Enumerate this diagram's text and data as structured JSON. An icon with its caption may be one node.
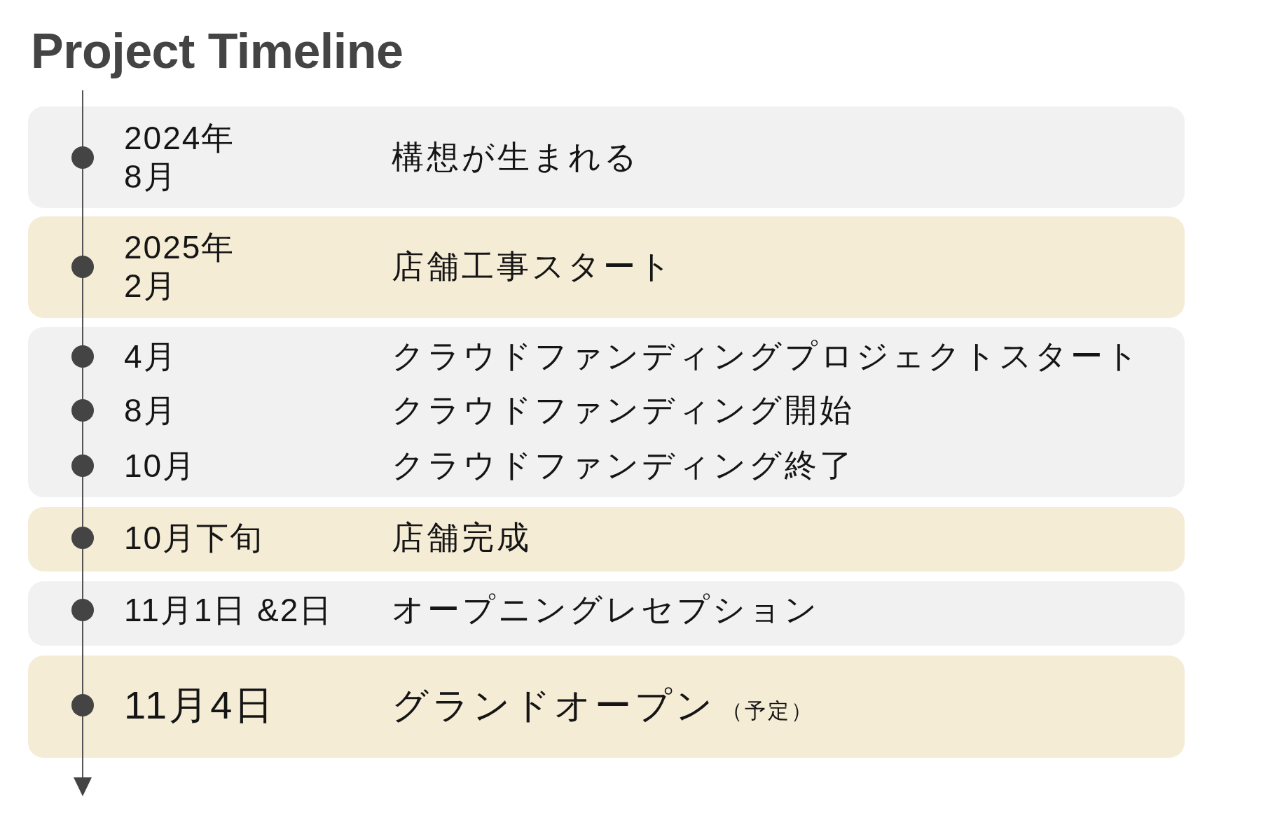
{
  "diagram": {
    "title": "Project Timeline",
    "nodes": [
      {
        "text": [
          "2024年8月",
          "構想が生まれる"
        ]
      },
      {
        "text": [
          "2025年2月",
          "店舗工事スタート"
        ]
      },
      {
        "text": [
          "4月",
          "クラウドファンディングプロジェクトスタート",
          "8月",
          "クラウドファンディング開始",
          "10月",
          "クラウドファンディング終了"
        ]
      },
      {
        "text": [
          "10月下旬",
          "店舗完成"
        ]
      },
      {
        "text": [
          "11月1日 &2日",
          "オープニングレセプション"
        ]
      },
      {
        "text": [
          "11月4日",
          "グランドオープン",
          "（予定）"
        ]
      }
    ]
  }
}
